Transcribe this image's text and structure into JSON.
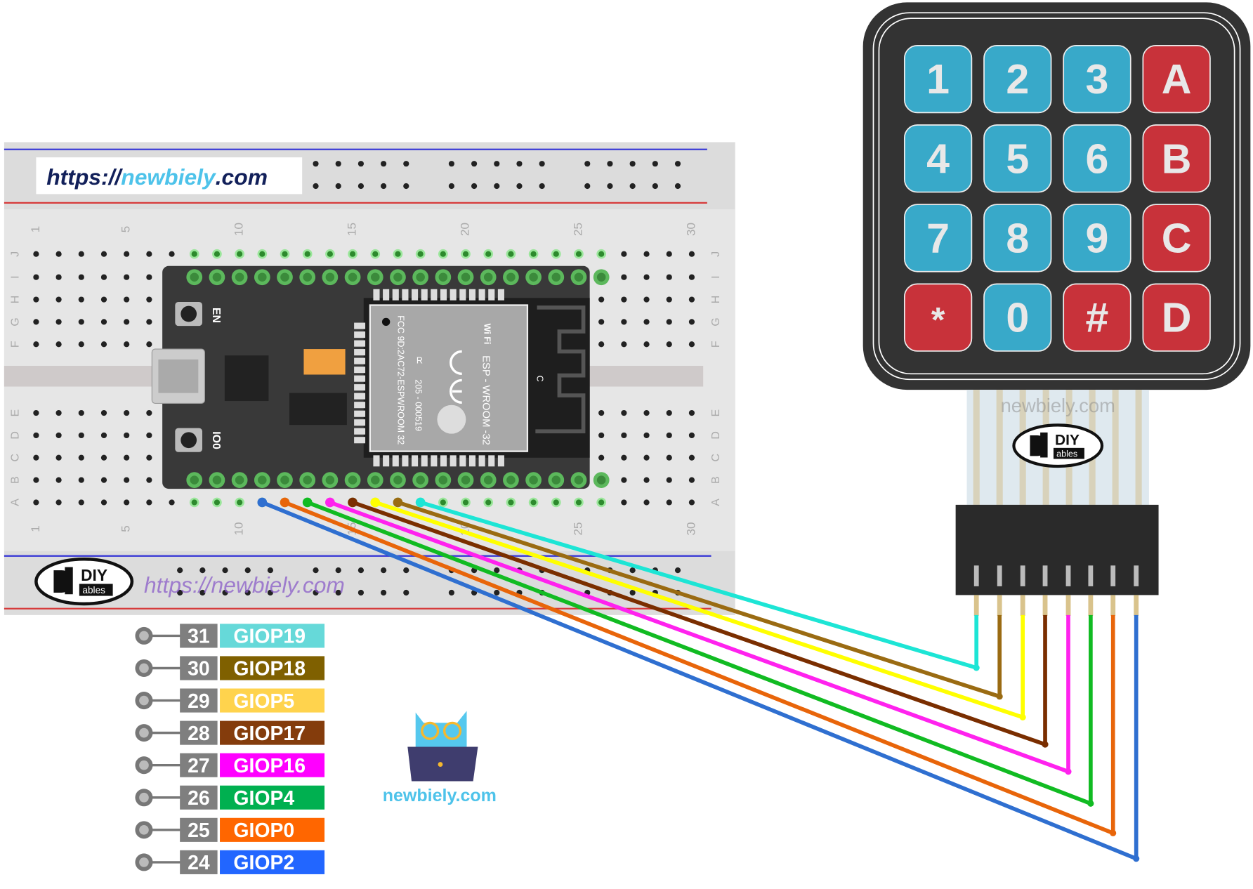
{
  "breadboard": {
    "url_prefix": "https://",
    "url_name": "newbiely",
    "url_suffix": ".com",
    "column_labels": [
      "1",
      "5",
      "10",
      "15",
      "20",
      "25",
      "30"
    ],
    "row_letters_top": [
      "J",
      "I",
      "H",
      "G",
      "F"
    ],
    "row_letters_bottom": [
      "E",
      "D",
      "C",
      "B",
      "A"
    ],
    "watermark": "https://newbiely.com"
  },
  "esp32": {
    "en_label": "EN",
    "io0_label": "IO0",
    "module_name": "ESP - WROOM -32",
    "fcc_text": "FCC 9D:2AC72-ESPWROOM 32",
    "cert_text": "205 - 000519",
    "r_mark": "R",
    "wifi_mark": "Wi Fi",
    "antenna_mark": "C"
  },
  "keypad": {
    "keys": [
      "1",
      "2",
      "3",
      "A",
      "4",
      "5",
      "6",
      "B",
      "7",
      "8",
      "9",
      "C",
      "*",
      "0",
      "#",
      "D"
    ],
    "key_colors": [
      "blue",
      "blue",
      "blue",
      "red",
      "blue",
      "blue",
      "blue",
      "red",
      "blue",
      "blue",
      "blue",
      "red",
      "red",
      "blue",
      "red",
      "red"
    ],
    "watermark": "newbiely.com"
  },
  "logo": {
    "top": "DIY",
    "bottom": "ables"
  },
  "legend": [
    {
      "pin": "31",
      "gpio": "GIOP19",
      "color": "#66d9d9",
      "wire": "#1de5d5"
    },
    {
      "pin": "30",
      "gpio": "GIOP18",
      "color": "#7f6000",
      "wire": "#9a6b12"
    },
    {
      "pin": "29",
      "gpio": "GIOP5",
      "color": "#ffd34d",
      "wire": "#ffff00"
    },
    {
      "pin": "28",
      "gpio": "GIOP17",
      "color": "#843c0c",
      "wire": "#7a2e00"
    },
    {
      "pin": "27",
      "gpio": "GIOP16",
      "color": "#ff00ff",
      "wire": "#ff22ee"
    },
    {
      "pin": "26",
      "gpio": "GIOP4",
      "color": "#00b050",
      "wire": "#11bb22"
    },
    {
      "pin": "25",
      "gpio": "GIOP0",
      "color": "#ff6600",
      "wire": "#e8650a"
    },
    {
      "pin": "24",
      "gpio": "GIOP2",
      "color": "#2266ff",
      "wire": "#2f6fd0"
    }
  ],
  "brand": {
    "name": "newbiely.com"
  },
  "colors": {
    "key_blue": "#38a9c9",
    "key_red": "#c8323a",
    "keypad_body": "#333333",
    "board": "#393939",
    "brand": "#4ec3ea"
  }
}
